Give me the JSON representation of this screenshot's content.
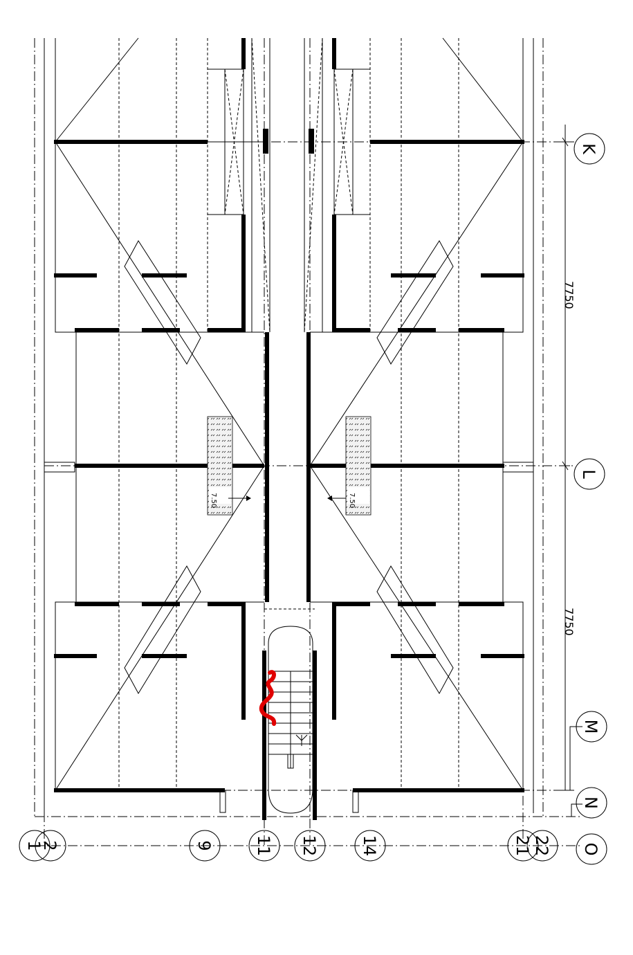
{
  "grid_labels_right": {
    "k": "K",
    "l": "L",
    "m": "M",
    "n": "N",
    "o": "O"
  },
  "grid_labels_bottom": {
    "g1": "1",
    "g2": "2",
    "g9": "9",
    "g11": "11",
    "g12": "12",
    "g14": "14",
    "g21": "21",
    "g22": "22"
  },
  "dimensions": {
    "upper_span": "7750",
    "lower_span": "7750"
  },
  "level_marks": {
    "left": "7.50",
    "right": "7.50"
  },
  "colors": {
    "lines": "#000000",
    "markup": "#e00000",
    "background": "#ffffff"
  }
}
